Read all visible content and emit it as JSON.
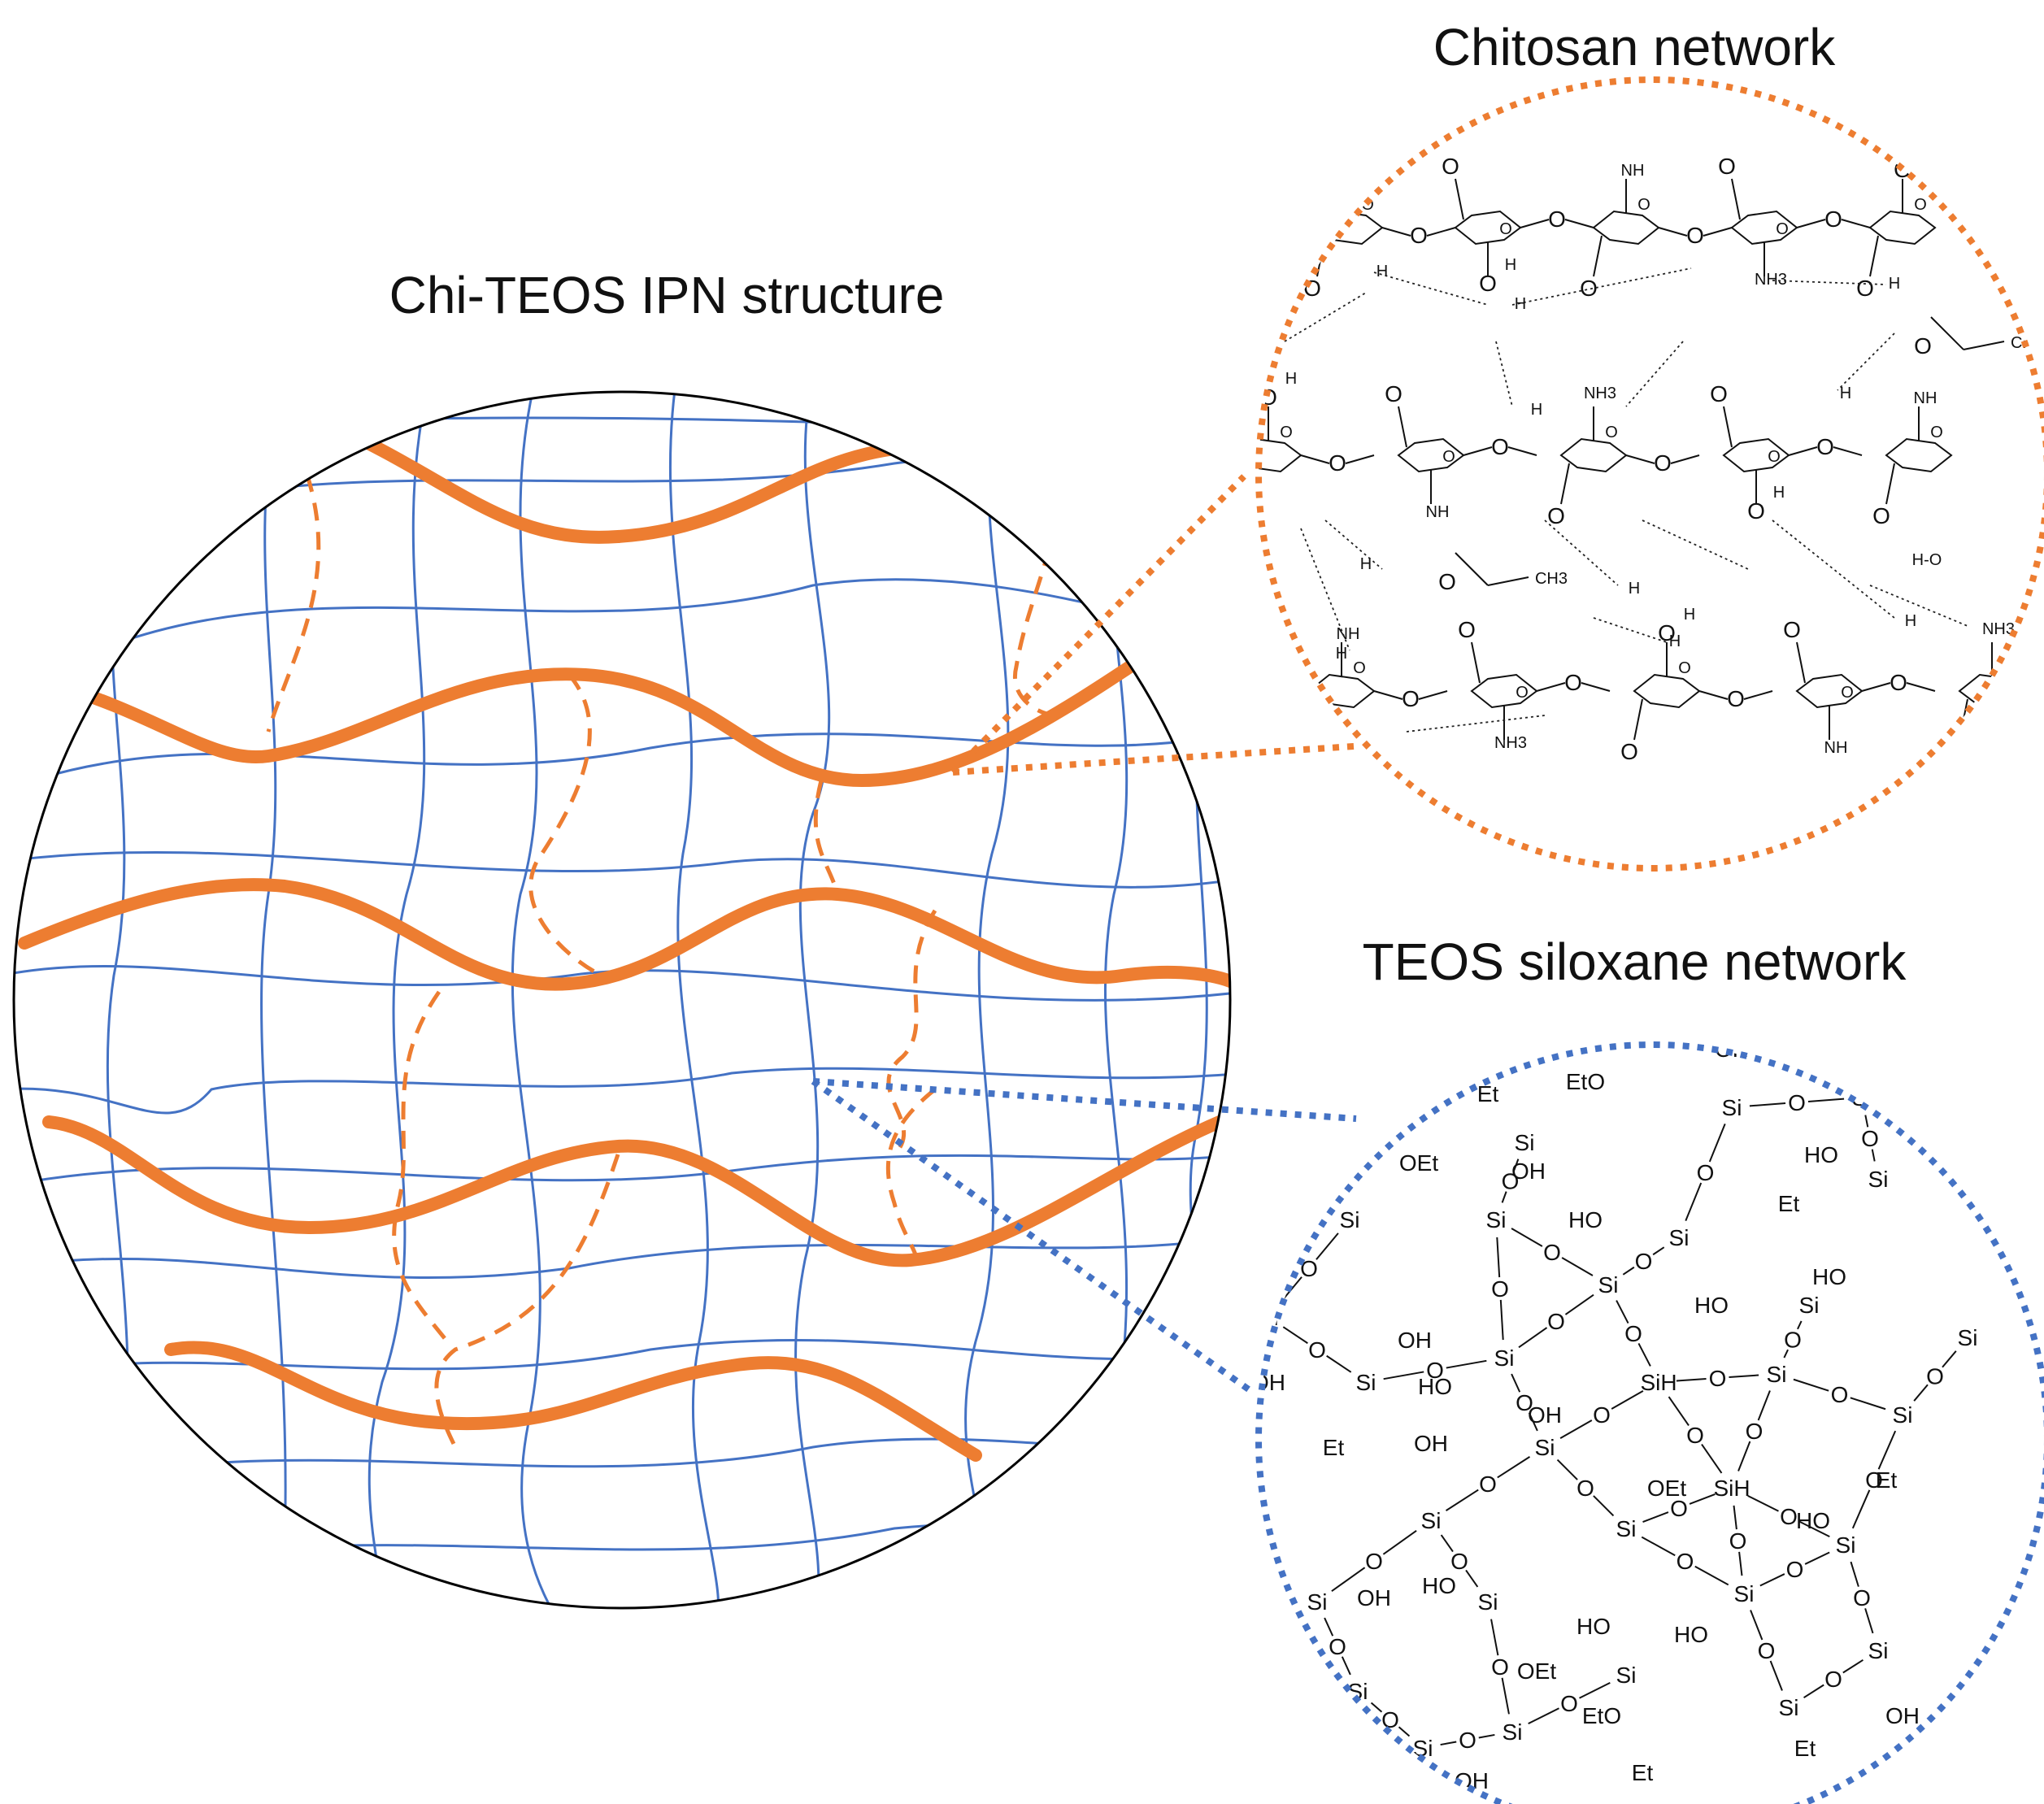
{
  "titles": {
    "ipn": "Chi-TEOS IPN structure",
    "chitosan": "Chitosan network",
    "teos": "TEOS siloxane network"
  },
  "colors": {
    "chitosan": "#ED7D31",
    "siloxane": "#4472C4",
    "outline": "#000000"
  },
  "chitosan_atoms": {
    "o": "O",
    "h": "H",
    "nh3": "NH3",
    "nh": "NH",
    "ch3": "CH3",
    "ho": "H-O"
  },
  "teos_atoms": {
    "si": "Si",
    "o": "O",
    "oh": "OH",
    "ho": "HO",
    "oet": "OEt",
    "eto": "EtO",
    "et": "Et",
    "sih": "SiH"
  }
}
